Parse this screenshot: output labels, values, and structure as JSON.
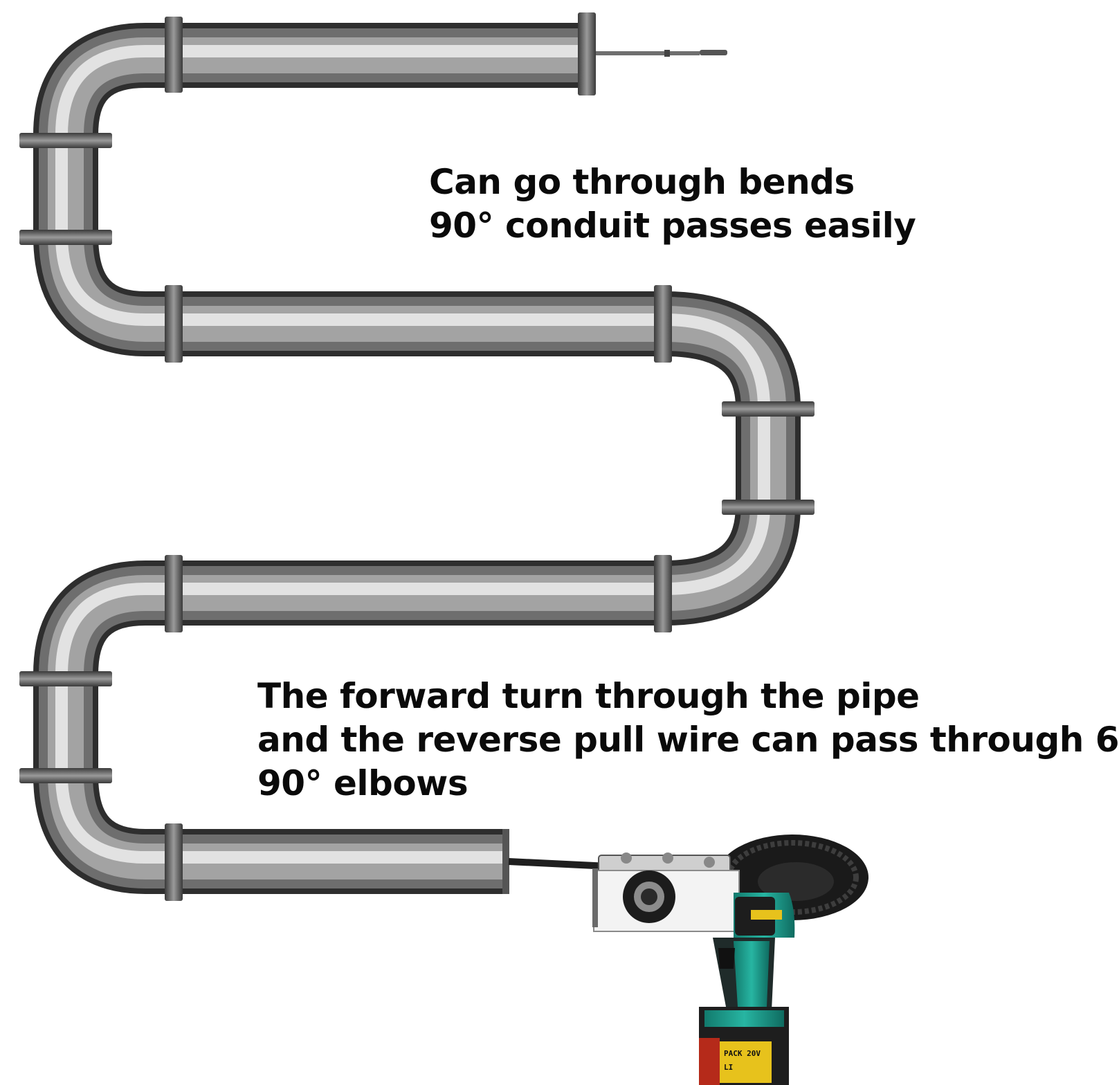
{
  "captions": {
    "top": {
      "line1": "Can go through bends",
      "line2": "90° conduit passes easily"
    },
    "bottom": {
      "line1": "The forward turn through the pipe",
      "line2": "and the reverse pull wire can pass through 6",
      "line3": "90° elbows"
    }
  },
  "tool": {
    "brand_label": "",
    "battery_label_1": "PACK 20V",
    "battery_label_2": "LI"
  },
  "colors": {
    "background": "#ffffff",
    "pipe_dark": "#3c3c3c",
    "pipe_light": "#e4e4e4",
    "text": "#0a0a0a",
    "tool_teal": "#1f9f8f",
    "tool_dark": "#2a2a2a",
    "battery_red": "#b52a1a",
    "battery_yellow": "#e7c21c"
  }
}
